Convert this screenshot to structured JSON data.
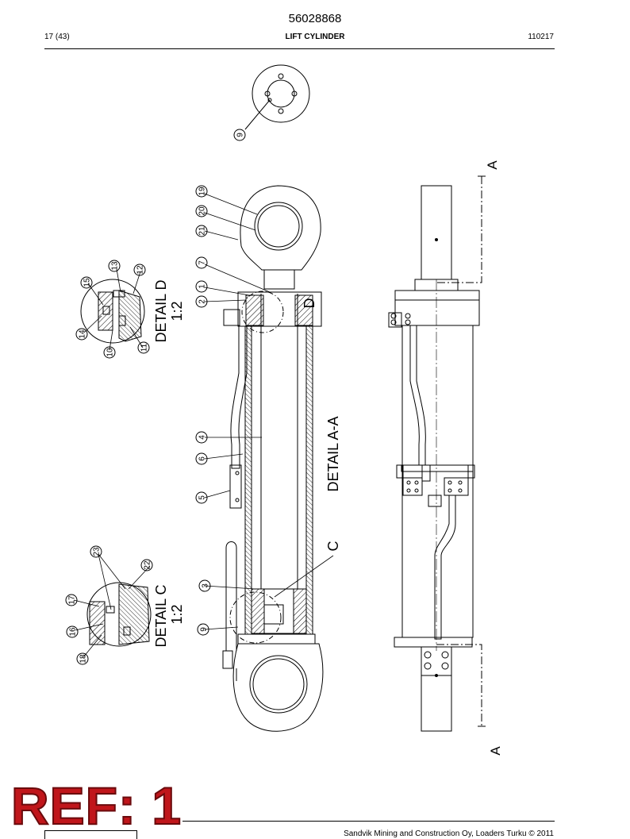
{
  "header": {
    "doc_number": "56028868",
    "page": "17 (43)",
    "title": "LIFT CYLINDER",
    "date_code": "110217"
  },
  "drawing": {
    "section_mark": "A",
    "detail_d_title": "DETAIL D",
    "detail_d_scale": "1:2",
    "detail_c_title": "DETAIL C",
    "detail_c_scale": "1:2",
    "detail_aa_title": "DETAIL A-A",
    "callout_d": "D",
    "callout_c": "C",
    "balloons": {
      "b1": "1",
      "b2": "2",
      "b3": "3",
      "b4": "4",
      "b5": "5",
      "b6": "6",
      "b7": "7",
      "b9a": "9",
      "b9b": "9",
      "b10": "10",
      "b11": "11",
      "b12": "12",
      "b13": "13",
      "b14": "14",
      "b15": "15",
      "b16": "16",
      "b17": "17",
      "b18": "18",
      "b19": "19",
      "b20": "20",
      "b21": "21",
      "b22": "22",
      "b23": "23"
    }
  },
  "ref_label": "REF: 1",
  "footer": {
    "copyright": "Sandvik Mining and Construction Oy, Loaders Turku © 2011"
  }
}
